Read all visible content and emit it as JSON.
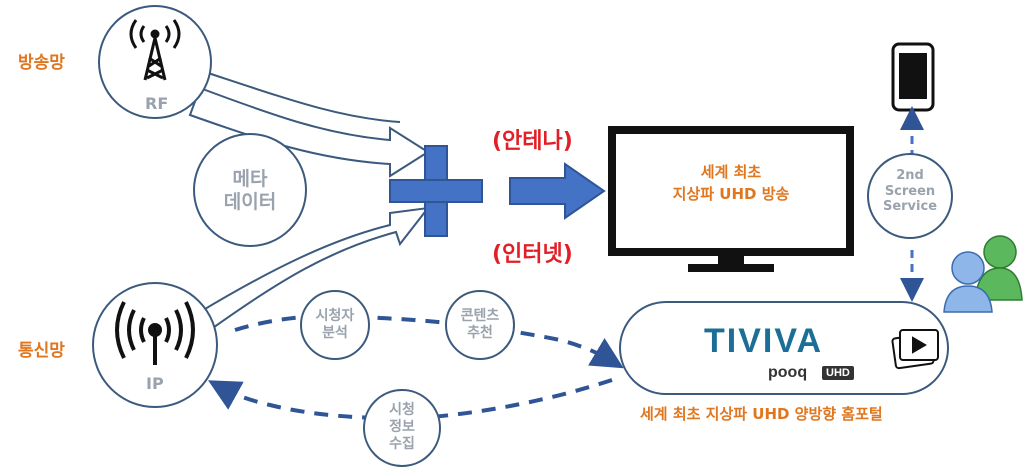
{
  "networks": {
    "broadcast_label": "방송망",
    "telecom_label": "통신망"
  },
  "nodes": {
    "rf": {
      "label": "RF"
    },
    "ip": {
      "label": "IP"
    },
    "metadata": {
      "line1": "메타",
      "line2": "데이터"
    },
    "viewing_analysis": {
      "line1": "시청자",
      "line2": "분석"
    },
    "content_recommend": {
      "line1": "콘텐츠",
      "line2": "추천"
    },
    "viewing_info": {
      "line1": "시청",
      "line2": "정보",
      "line3": "수집"
    },
    "second_screen": {
      "line1": "2nd",
      "line2": "Screen",
      "line3": "Service"
    }
  },
  "channels": {
    "antenna": "(안테나)",
    "internet": "(인터넷)"
  },
  "tv": {
    "line1": "세계 최초",
    "line2": "지상파 UHD 방송"
  },
  "portal": {
    "brand": "TIVIVA",
    "sub_brand": "pooq",
    "sub_badge": "UHD",
    "caption": "세계 최초 지상파 UHD 양방향 홈포털"
  },
  "colors": {
    "arrow_blue": "#4472c4",
    "dark_blue": "#2f5597",
    "outline": "#3b5a7d",
    "orange": "#e0761e",
    "red": "#e21f26",
    "grey_text": "#9aa3ad",
    "brand_teal": "#1b6f96"
  },
  "icons": [
    "radio-tower-icon",
    "wifi-antenna-icon",
    "smartphone-icon",
    "users-icon",
    "video-card-icon"
  ]
}
